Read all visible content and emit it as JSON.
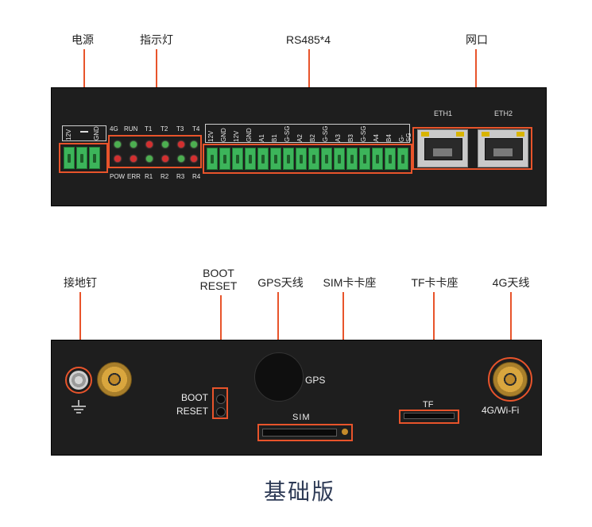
{
  "top_callouts": {
    "power": "电源",
    "indicator": "指示灯",
    "rs485": "RS485*4",
    "net_port": "网口"
  },
  "top_panel": {
    "power_labels": [
      "12V",
      "GND"
    ],
    "led_top_labels": [
      "4G",
      "RUN",
      "T1",
      "T2",
      "T3",
      "T4"
    ],
    "led_bottom_labels": [
      "POW",
      "ERR",
      "R1",
      "R2",
      "R3",
      "R4"
    ],
    "rs485_labels": [
      "12V",
      "GND",
      "12V",
      "GND",
      "A1",
      "B1",
      "G-SG",
      "A2",
      "B2",
      "G-SG",
      "A3",
      "B3",
      "G-SG",
      "A4",
      "B4",
      "G-SG"
    ],
    "eth1": "ETH1",
    "eth2": "ETH2"
  },
  "bottom_callouts": {
    "ground": "接地钉",
    "boot_reset_line1": "BOOT",
    "boot_reset_line2": "RESET",
    "gps_antenna": "GPS天线",
    "sim_slot": "SIM卡卡座",
    "tf_slot": "TF卡卡座",
    "antenna_4g": "4G天线"
  },
  "bottom_panel": {
    "boot": "BOOT",
    "reset": "RESET",
    "gps": "GPS",
    "sim": "SIM",
    "tf": "TF",
    "wifi_4g": "4G/Wi-Fi"
  },
  "caption": "基础版",
  "colors": {
    "accent": "#e8542b",
    "panel": "#1e1e1e",
    "terminal_green": "#3cb45a",
    "led_green": "#4caf50",
    "led_red": "#d32f2f"
  }
}
